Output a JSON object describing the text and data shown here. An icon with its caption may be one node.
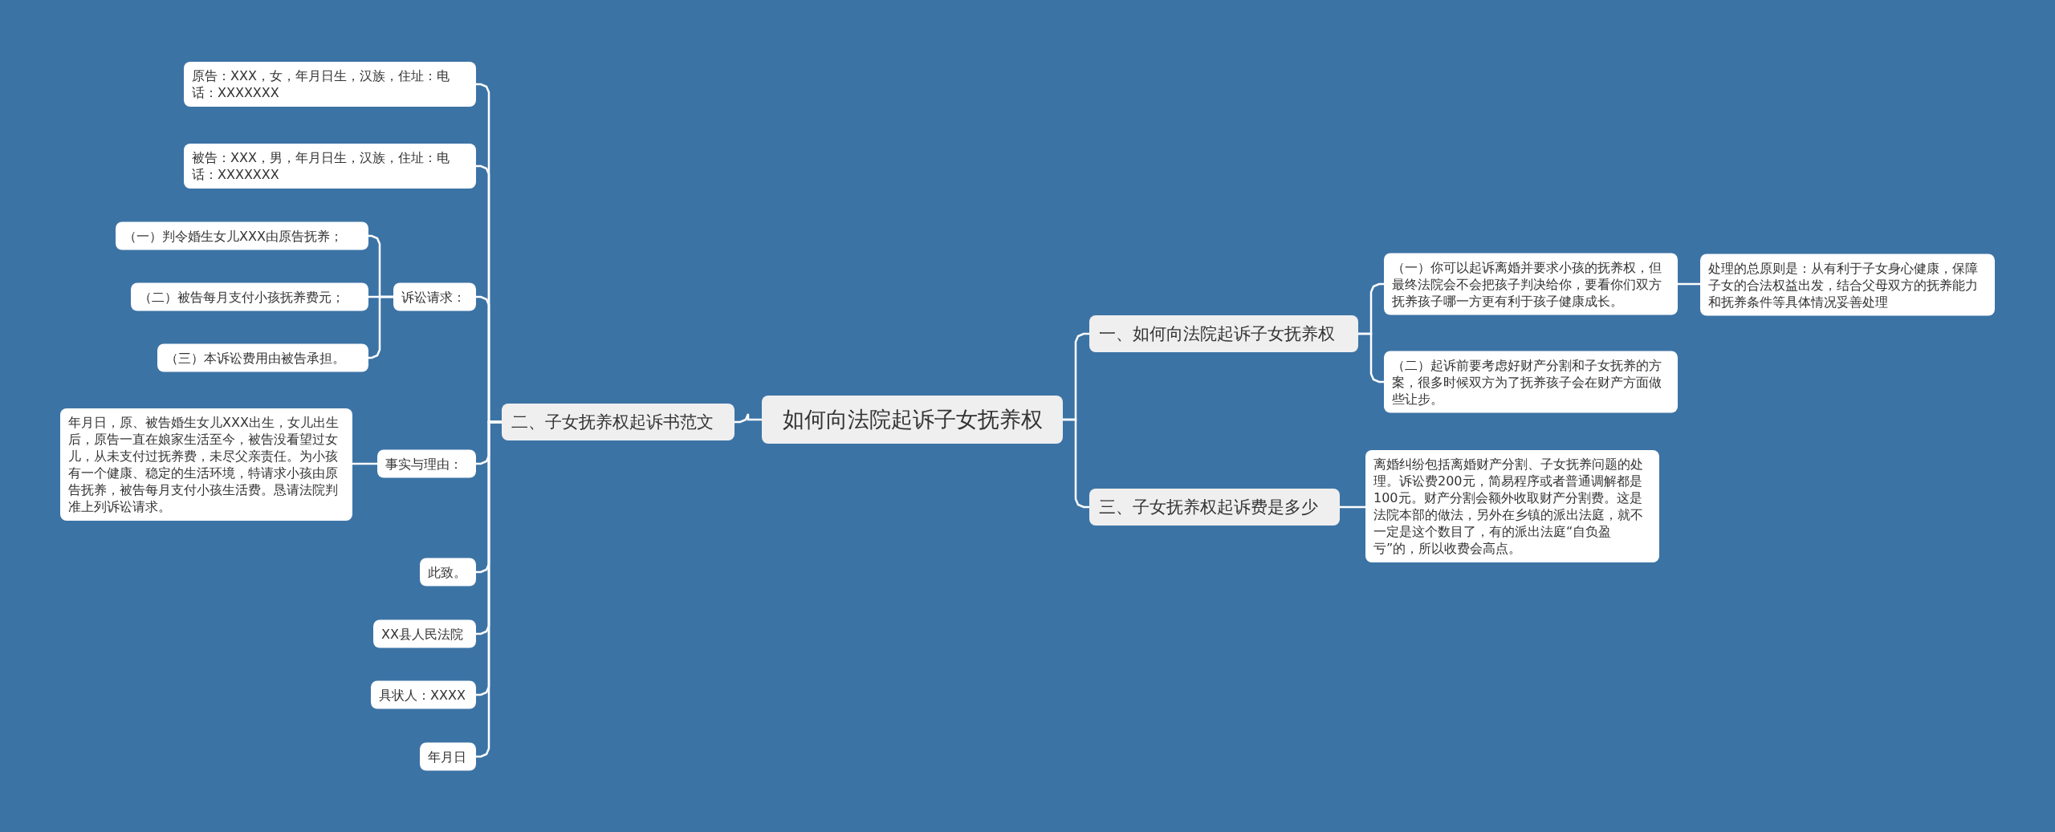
{
  "diagram": {
    "nodes": [
      {
        "text": [
          "如何向法院起诉子女抚养权"
        ]
      },
      {
        "text": [
          "二、子女抚养权起诉书范文"
        ]
      },
      {
        "text": [
          "原告：XXX，女，年月日生，汉族，住址：电话：XXXXXXX"
        ]
      },
      {
        "text": [
          "被告：XXX，男，年月日生，汉族，住址：电话：XXXXXXX"
        ]
      },
      {
        "text": [
          "诉讼请求："
        ]
      },
      {
        "text": [
          "（一）判令婚生女儿XXX由原告抚养；"
        ]
      },
      {
        "text": [
          "（二）被告每月支付小孩抚养费元；"
        ]
      },
      {
        "text": [
          "（三）本诉讼费用由被告承担。"
        ]
      },
      {
        "text": [
          "事实与理由："
        ]
      },
      {
        "text": [
          "年月日，原、被告婚生女儿XXX出生，女儿出生后，原告一直在娘家生活至今，被告没看望过女儿，从未支付过抚养费，未尽父亲责任。为小孩有一个健康、稳定的生活环境，特请求小孩由原告抚养，被告每月支付小孩生活费。恳请法院判准上列诉讼请求。"
        ]
      },
      {
        "text": [
          "此致。"
        ]
      },
      {
        "text": [
          "XX县人民法院"
        ]
      },
      {
        "text": [
          "具状人：XXXX"
        ]
      },
      {
        "text": [
          "年月日"
        ]
      },
      {
        "text": [
          "一、如何向法院起诉子女抚养权"
        ]
      },
      {
        "text": [
          "（一）你可以起诉离婚并要求小孩的抚养权，但最终法院会不会把孩子判决给你，要看你们双方抚养孩子哪一方更有利于孩子健康成长。"
        ]
      },
      {
        "text": [
          "处理的总原则是：从有利于子女身心健康，保障子女的合法权益出发，结合父母双方的抚养能力和抚养条件等具体情况妥善处理"
        ]
      },
      {
        "text": [
          "（二）起诉前要考虑好财产分割和子女抚养的方案，很多时候双方为了抚养孩子会在财产方面做些让步。"
        ]
      },
      {
        "text": [
          "三、子女抚养权起诉费是多少"
        ]
      },
      {
        "text": [
          "离婚纠纷包括离婚财产分割、子女抚养问题的处理。诉讼费200元，简易程序或者普通调解都是100元。财产分割会额外收取财产分割费。这是法院本部的做法，另外在乡镇的派出法庭，就不一定是这个数目了，有的派出法庭“自负盈亏”的，所以收费会高点。"
        ]
      }
    ],
    "edges": [
      {
        "from": 0,
        "to": 1,
        "arrow": "none"
      },
      {
        "from": 1,
        "to": 2,
        "arrow": "none"
      },
      {
        "from": 1,
        "to": 3,
        "arrow": "none"
      },
      {
        "from": 1,
        "to": 4,
        "arrow": "none"
      },
      {
        "from": 4,
        "to": 5,
        "arrow": "none"
      },
      {
        "from": 4,
        "to": 6,
        "arrow": "none"
      },
      {
        "from": 4,
        "to": 7,
        "arrow": "none"
      },
      {
        "from": 1,
        "to": 8,
        "arrow": "none"
      },
      {
        "from": 8,
        "to": 9,
        "arrow": "none"
      },
      {
        "from": 1,
        "to": 10,
        "arrow": "none"
      },
      {
        "from": 1,
        "to": 11,
        "arrow": "none"
      },
      {
        "from": 1,
        "to": 12,
        "arrow": "none"
      },
      {
        "from": 1,
        "to": 13,
        "arrow": "none"
      },
      {
        "from": 0,
        "to": 14,
        "arrow": "none"
      },
      {
        "from": 14,
        "to": 15,
        "arrow": "none"
      },
      {
        "from": 15,
        "to": 16,
        "arrow": "none"
      },
      {
        "from": 14,
        "to": 17,
        "arrow": "none"
      },
      {
        "from": 0,
        "to": 18,
        "arrow": "none"
      },
      {
        "from": 18,
        "to": 19,
        "arrow": "none"
      }
    ]
  }
}
